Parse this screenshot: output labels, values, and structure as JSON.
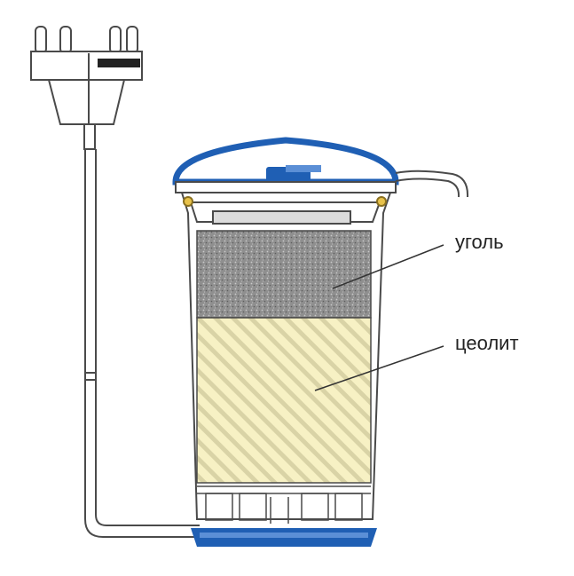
{
  "labels": {
    "carbon": "уголь",
    "zeolite": "цеолит"
  },
  "colors": {
    "background": "#ffffff",
    "outline": "#4a4a4a",
    "blue_part": "#1f5fb4",
    "blue_light": "#5b8fd6",
    "carbon_fill": "#8e8e8e",
    "zeolite_fill": "#f7f1c4",
    "zeolite_stripe": "#d9d3a6",
    "leader_line": "#333333"
  },
  "icons": [
    "plug-icon",
    "filter-cartridge"
  ]
}
